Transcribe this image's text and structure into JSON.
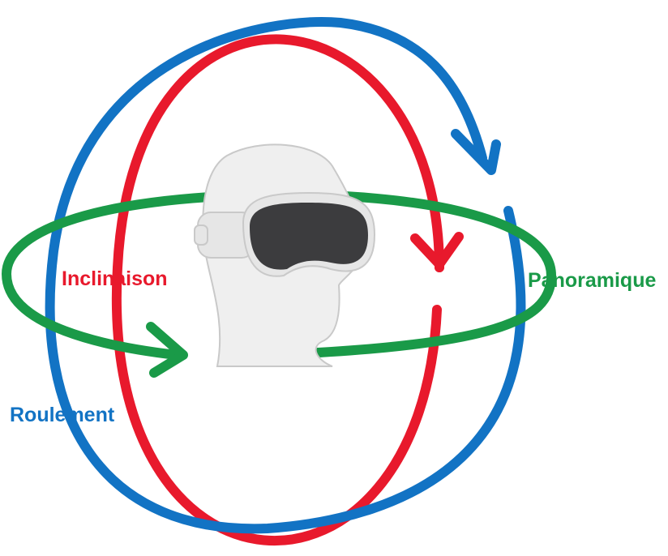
{
  "colors": {
    "roll": "#1273c4",
    "pitch": "#e8192c",
    "yaw": "#1a9a48",
    "head_fill": "#efefef",
    "head_stroke": "#c9c9c9",
    "visor": "#3c3c3e",
    "band": "#e6e6e6"
  },
  "labels": {
    "pitch": "Inclinaison",
    "yaw": "Panoramique",
    "roll": "Roulement"
  },
  "icons": {
    "head": "head-with-vision-headset-icon",
    "roll_arrow": "arrowhead-icon",
    "pitch_arrow": "arrowhead-icon",
    "yaw_arrow": "arrowhead-icon"
  }
}
